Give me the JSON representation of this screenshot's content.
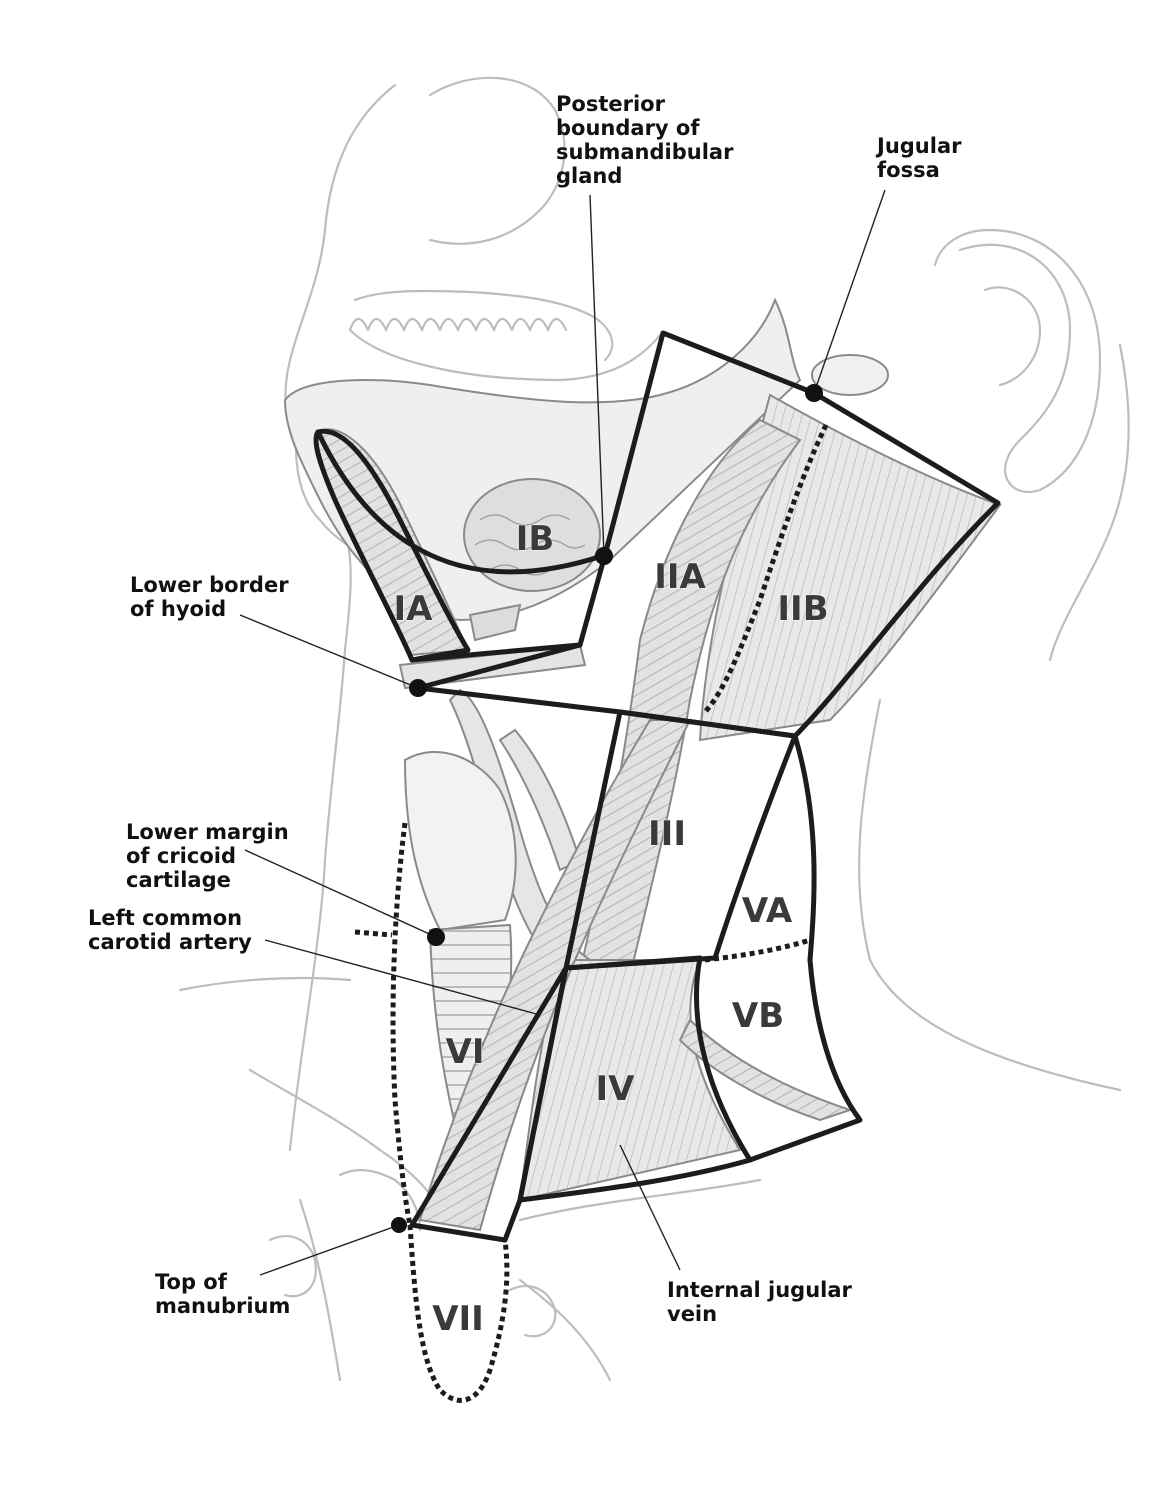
{
  "callouts": {
    "posterior_submandibular": "Posterior\nboundary of\nsubmandibular\ngland",
    "jugular_fossa": "Jugular\nfossa",
    "lower_hyoid": "Lower border\nof hyoid",
    "lower_cricoid": "Lower margin\nof cricoid\ncartilage",
    "left_carotid": "Left common\ncarotid artery",
    "top_manubrium": "Top of\nmanubrium",
    "internal_jugular": "Internal jugular\nvein"
  },
  "zones": {
    "IA": "IA",
    "IB": "IB",
    "IIA": "IIA",
    "IIB": "IIB",
    "III": "III",
    "IV": "IV",
    "VA": "VA",
    "VB": "VB",
    "VI": "VI",
    "VII": "VII"
  },
  "colors": {
    "line": "#1c1c1c",
    "tissue": "#d9d9d9",
    "outline": "#bdbdbd"
  }
}
